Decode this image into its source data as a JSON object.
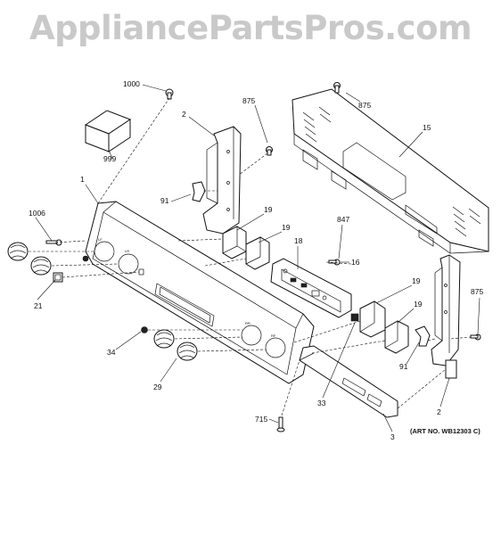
{
  "watermark": "AppliancePartsPros.com",
  "art_number": "(ART NO. WB12303 C)",
  "callouts": {
    "c1000": "1000",
    "c875a": "875",
    "c875b": "875",
    "c875c": "875",
    "c15": "15",
    "c2a": "2",
    "c2b": "2",
    "c999": "999",
    "c91a": "91",
    "c91b": "91",
    "c1": "1",
    "c1006": "1006",
    "c19a": "19",
    "c19b": "19",
    "c19c": "19",
    "c19d": "19",
    "c847": "847",
    "c18": "18",
    "c16": "16",
    "c21": "21",
    "c34": "34",
    "c29": "29",
    "c33": "33",
    "c715": "715",
    "c3": "3"
  },
  "panel_marks": {
    "knob_a": "LF",
    "knob_b": "LR",
    "knob_c": "RR",
    "knob_d": "RF"
  },
  "colors": {
    "line": "#111111",
    "watermark": "#c9c9c9",
    "background": "#ffffff"
  }
}
